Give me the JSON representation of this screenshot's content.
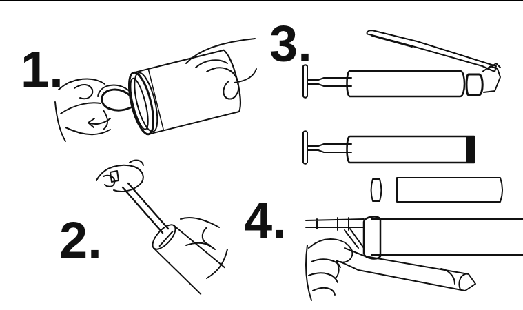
{
  "diagram": {
    "labels": [
      "1.",
      "2.",
      "3.",
      "4."
    ]
  }
}
